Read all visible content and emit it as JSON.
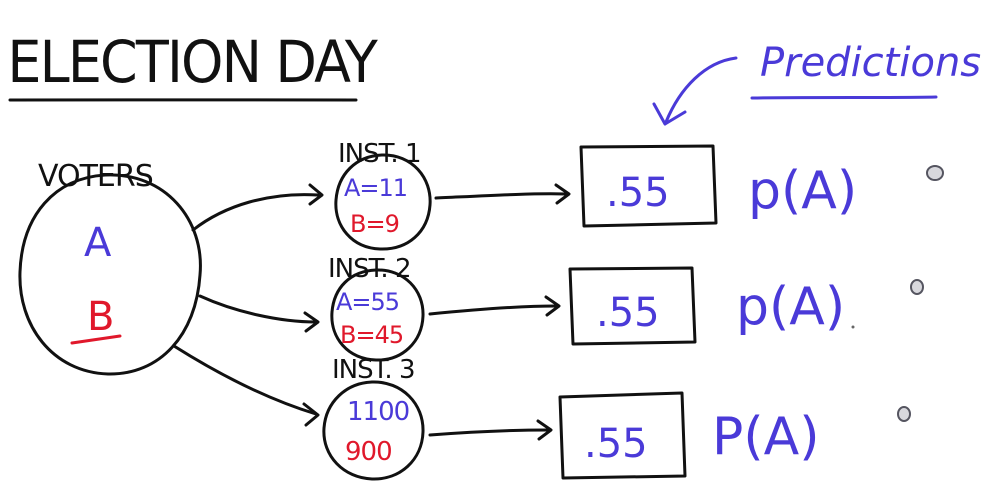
{
  "title": "ELECTION DAY",
  "predictions_heading": "Predictions",
  "voters": {
    "label": "VOTERS",
    "option_a": "A",
    "option_b": "B"
  },
  "instances": [
    {
      "label": "INST. 1",
      "line_a": "A=11",
      "line_b": "B=9"
    },
    {
      "label": "INST. 2",
      "line_a": "A=55",
      "line_b": "B=45"
    },
    {
      "label": "INST. 3",
      "line_a": "1100",
      "line_b": "900"
    }
  ],
  "predictions": [
    {
      "value": ".55",
      "label": "p(A)"
    },
    {
      "value": ".55",
      "label": "p(A)"
    },
    {
      "value": ".55",
      "label": "P(A)"
    }
  ],
  "colors": {
    "ink": "#111111",
    "blue": "#4a3ad8",
    "red": "#e0182b"
  }
}
